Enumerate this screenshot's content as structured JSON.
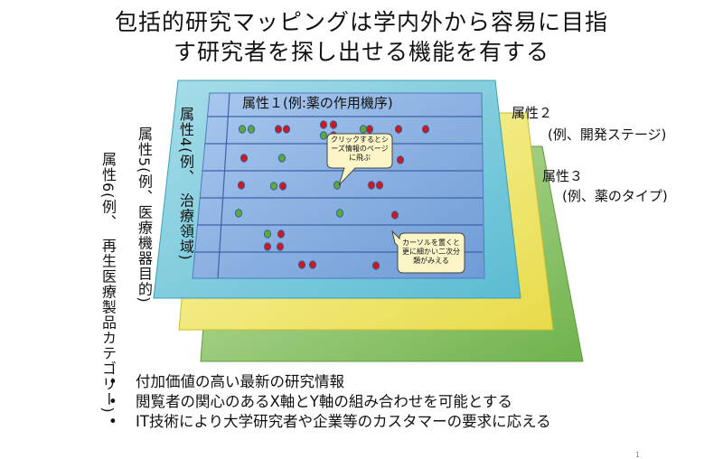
{
  "title": {
    "line1": "包括的研究マッピングは学内外から容易に目指",
    "line2": "す研究者を探し出せる機能を有する"
  },
  "layers": {
    "attr1": "属性１(例:薬の作用機序)",
    "attr2_title": "属性２",
    "attr2_example": "(例、開発ステージ)",
    "attr3_title": "属性３",
    "attr3_example": "(例、薬のタイプ)",
    "attr4": "属性4(例、　治療領域)",
    "attr5": "属性5(例、医療機器目的)",
    "attr6": "属性6(例、　再生医療製品カテゴリー)"
  },
  "callouts": {
    "click": "クリックするとシーズ情報のページに飛ぶ",
    "hover": "カーソルを置くと更に細かい二次分類がみえる"
  },
  "colors": {
    "green_layer": "#8fc86a",
    "yellow_layer": "#f4ee7e",
    "cyan_layer": "#7ccbdc",
    "grid": "#7aa6dc",
    "dot_red": "#d0161e",
    "dot_green": "#5aac3a"
  },
  "bullets": [
    "付加価値の高い最新の研究情報",
    "閲覧者の関心のあるX軸とY軸の組み合わせを可能とする",
    "IT技術により大学研究者や企業等のカスタマーの要求に応える"
  ],
  "page_number": "1"
}
